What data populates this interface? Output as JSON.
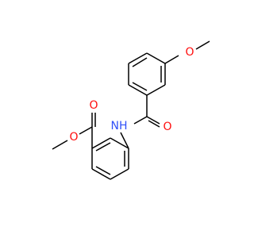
{
  "molecule": {
    "atoms": {
      "O_methoxy_top": {
        "symbol": "O",
        "color": "#ff0d0d"
      },
      "O_carbonyl_amide": {
        "symbol": "O",
        "color": "#ff0d0d"
      },
      "N_amide": {
        "symbol": "NH",
        "color": "#3050f8"
      },
      "O_carbonyl_ester": {
        "symbol": "O",
        "color": "#ff0d0d"
      },
      "O_ester": {
        "symbol": "O",
        "color": "#ff0d0d"
      }
    }
  },
  "colors": {
    "carbon_bond": "#000000",
    "oxygen": "#ff0d0d",
    "nitrogen": "#3050f8",
    "background": "#ffffff"
  }
}
